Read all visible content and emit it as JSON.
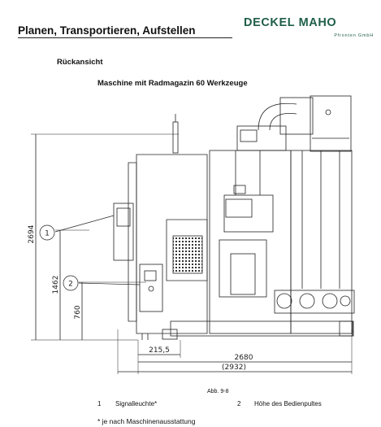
{
  "header": {
    "title": "Planen, Transportieren, Aufstellen",
    "logo_main": "DECKEL MAHO",
    "logo_sub": "Pfronten GmbH"
  },
  "view_label": "Rückansicht",
  "subtitle": "Maschine mit Radmagazin 60 Werkzeuge",
  "dimensions": {
    "total_height": "2694",
    "panel_height": "1462",
    "signal_height": "760",
    "offset": "215,5",
    "width": "2680",
    "total_width": "(2932)"
  },
  "callouts": [
    "1",
    "2"
  ],
  "figure_label": "Abb. 9-8",
  "legend": [
    {
      "num": "1",
      "text": "Signalleuchte*"
    },
    {
      "num": "2",
      "text": "Höhe des Bedienpultes"
    }
  ],
  "footnote": "* je nach Maschinenausstattung",
  "colors": {
    "brand": "#1f5e4a",
    "line": "#222222"
  }
}
